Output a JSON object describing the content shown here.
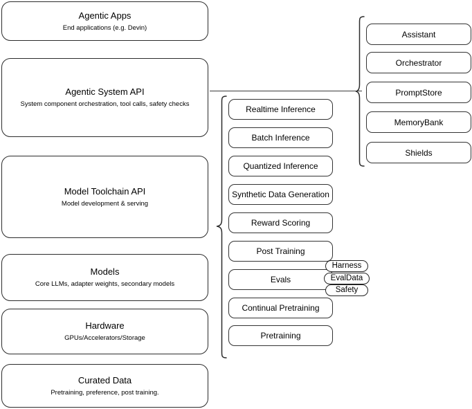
{
  "diagram": {
    "title": "Agentic stack layers",
    "stroke_color": "#2b2b2b",
    "background_color": "#ffffff"
  },
  "left_column": {
    "layers": [
      {
        "title": "Agentic Apps",
        "subtitle": "End applications (e.g. Devin)"
      },
      {
        "title": "Agentic System API",
        "subtitle": "System component orchestration, tool calls, safety checks"
      },
      {
        "title": "Model Toolchain API",
        "subtitle": "Model development & serving"
      },
      {
        "title": "Models",
        "subtitle": "Core LLMs, adapter weights, secondary models"
      },
      {
        "title": "Hardware",
        "subtitle": "GPUs/Accelerators/Storage"
      },
      {
        "title": "Curated Data",
        "subtitle": "Pretraining, preference, post training."
      }
    ]
  },
  "middle_column": {
    "items": [
      {
        "label": "Realtime Inference"
      },
      {
        "label": "Batch Inference"
      },
      {
        "label": "Quantized Inference"
      },
      {
        "label": "Synthetic Data Generation"
      },
      {
        "label": "Reward Scoring"
      },
      {
        "label": "Post Training"
      },
      {
        "label": "Evals"
      },
      {
        "label": "Continual Pretraining"
      },
      {
        "label": "Pretraining"
      }
    ]
  },
  "eval_pills": {
    "items": [
      {
        "label": "Harness"
      },
      {
        "label": "EvalData"
      },
      {
        "label": "Safety"
      }
    ]
  },
  "right_column": {
    "items": [
      {
        "label": "Assistant"
      },
      {
        "label": "Orchestrator"
      },
      {
        "label": "PromptStore"
      },
      {
        "label": "MemoryBank"
      },
      {
        "label": "Shields"
      }
    ]
  }
}
